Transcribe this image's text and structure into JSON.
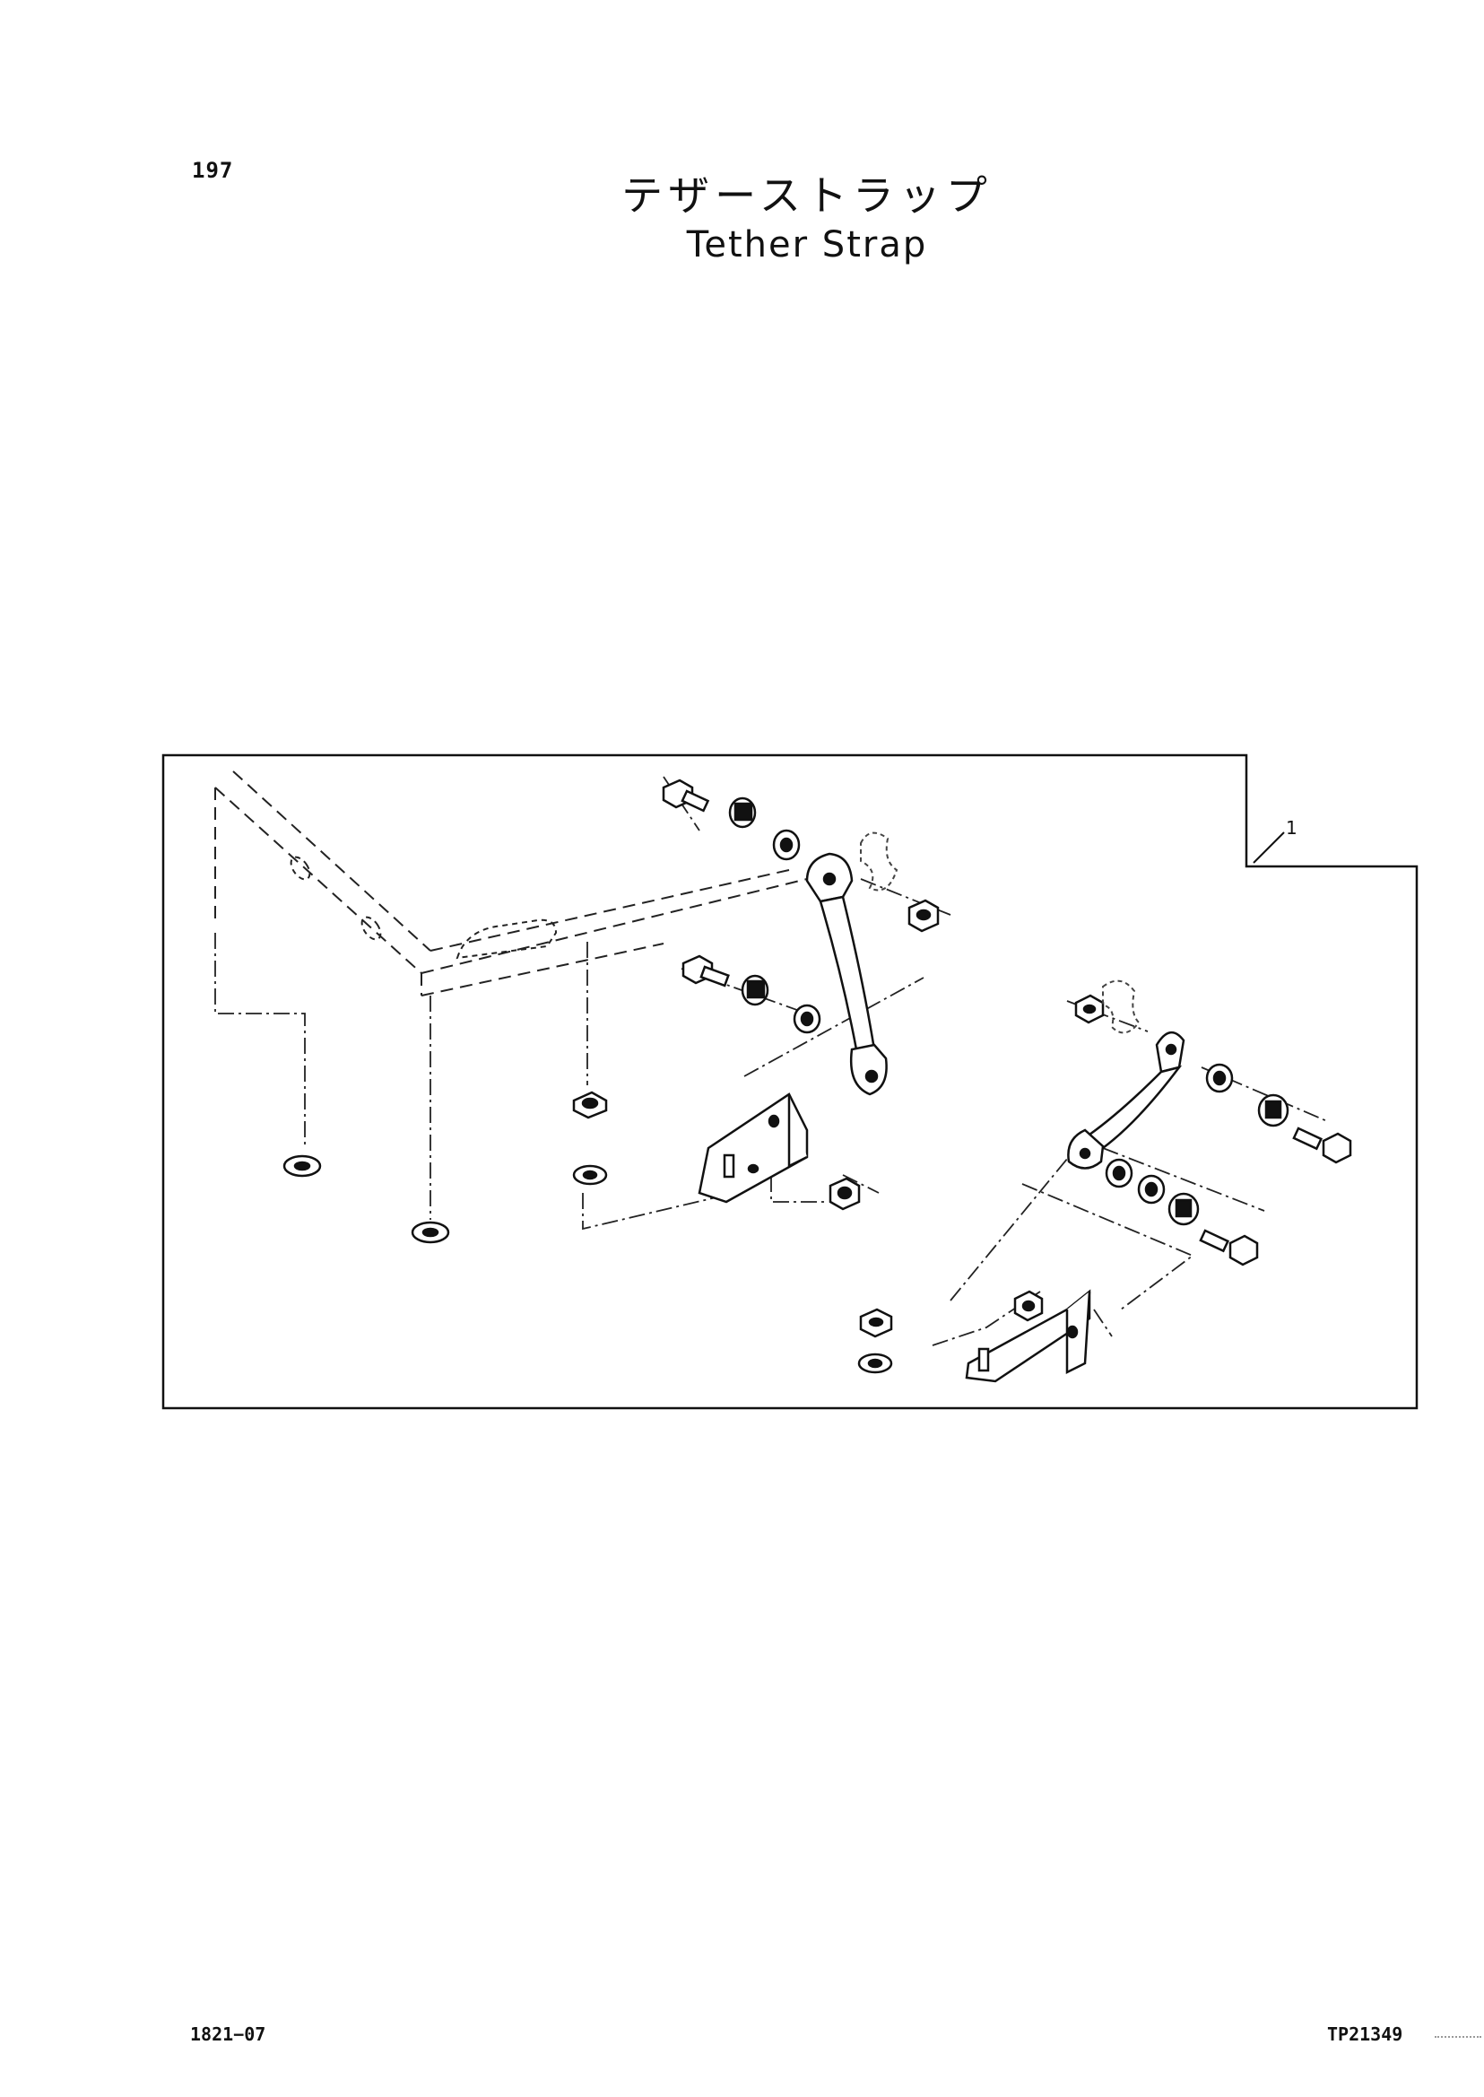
{
  "page_number": "197",
  "title_jp": "テザーストラップ",
  "title_en": "Tether Strap",
  "callouts": [
    {
      "label": "1"
    }
  ],
  "footer": {
    "left_code": "1821−07",
    "right_code": "TP21349"
  }
}
